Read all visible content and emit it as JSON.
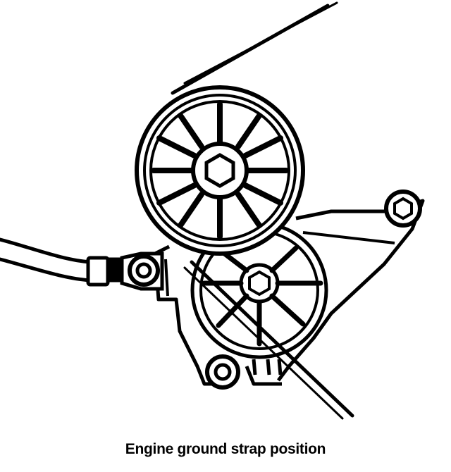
{
  "diagram": {
    "caption": "Engine ground strap position",
    "ink_color": "#000000",
    "paper_color": "#ffffff",
    "parts": [
      "belt",
      "upper-pulley",
      "lower-pulley",
      "ground-strap-cable",
      "ground-strap-terminal",
      "strap-bolt",
      "mounting-bracket",
      "bracket-bolt-right",
      "bracket-bolt-lower"
    ]
  }
}
